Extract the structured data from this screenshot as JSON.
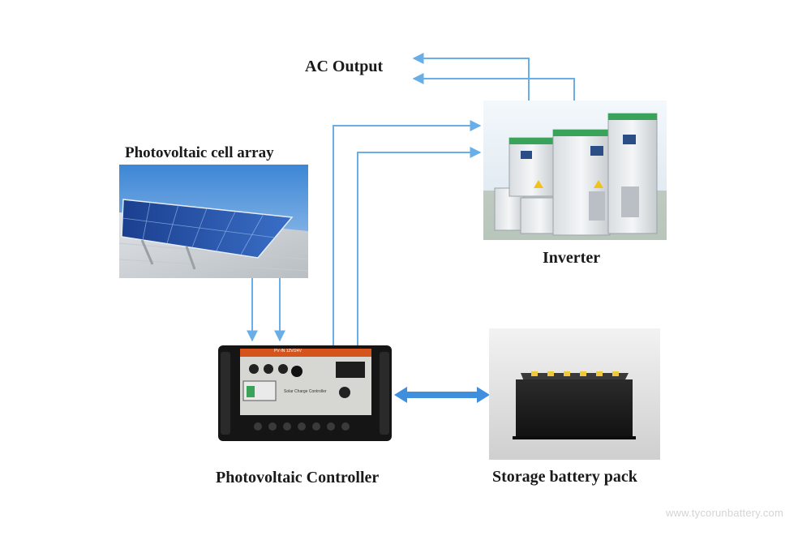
{
  "labels": {
    "ac_output": "AC Output",
    "pv_array": "Photovoltaic cell array",
    "inverter": "Inverter",
    "controller": "Photovoltaic Controller",
    "battery": "Storage battery pack"
  },
  "controller_face": {
    "brand_text": "Solar Charge Controller",
    "header_text": "PV·IN  12V/24V"
  },
  "watermark": "www.tycorunbattery.com",
  "colors": {
    "arrow": "#6aaee8",
    "bidirectional_arrow": "#3f8fde",
    "label": "#1a1a1a"
  }
}
